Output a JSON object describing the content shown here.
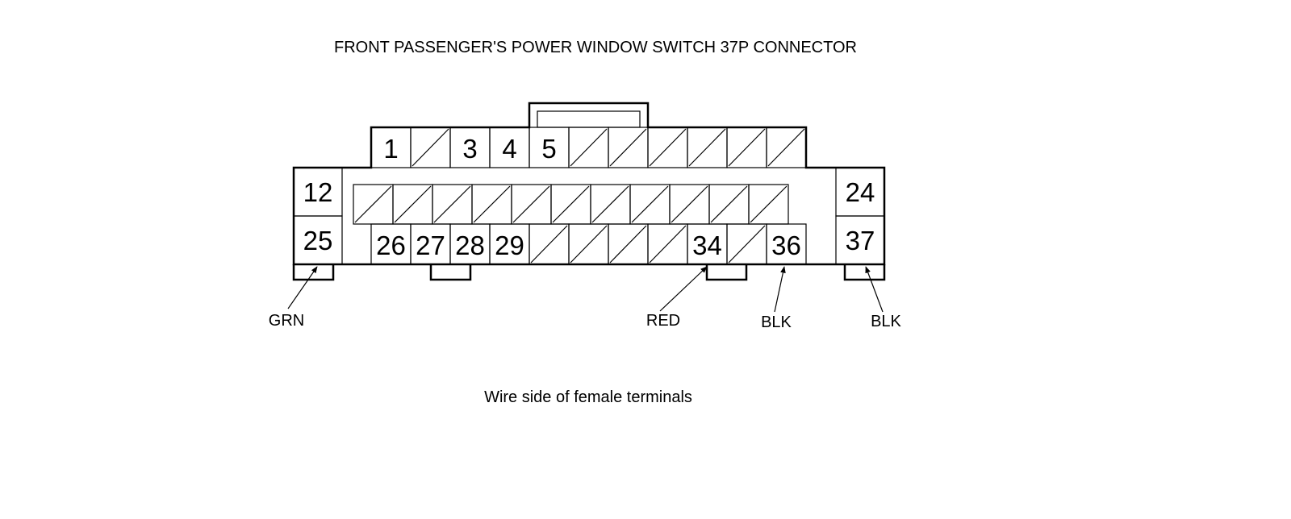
{
  "title": "FRONT PASSENGER'S POWER WINDOW SWITCH 37P CONNECTOR",
  "caption": "Wire side of female terminals",
  "rows": {
    "top": [
      "1",
      "",
      "3",
      "4",
      "5",
      "",
      "",
      "",
      "",
      "",
      ""
    ],
    "middle": [
      "",
      "",
      "",
      "",
      "",
      "",
      "",
      "",
      "",
      "",
      "",
      ""
    ],
    "bottom": [
      "26",
      "27",
      "28",
      "29",
      "",
      "",
      "",
      "",
      "34",
      "",
      "36"
    ]
  },
  "side_pins": {
    "left_top": "12",
    "left_bottom": "25",
    "right_top": "24",
    "right_bottom": "37"
  },
  "wires": [
    {
      "pin": "25",
      "color": "GRN"
    },
    {
      "pin": "34",
      "color": "RED"
    },
    {
      "pin": "36",
      "color": "BLK"
    },
    {
      "pin": "37",
      "color": "BLK"
    }
  ]
}
